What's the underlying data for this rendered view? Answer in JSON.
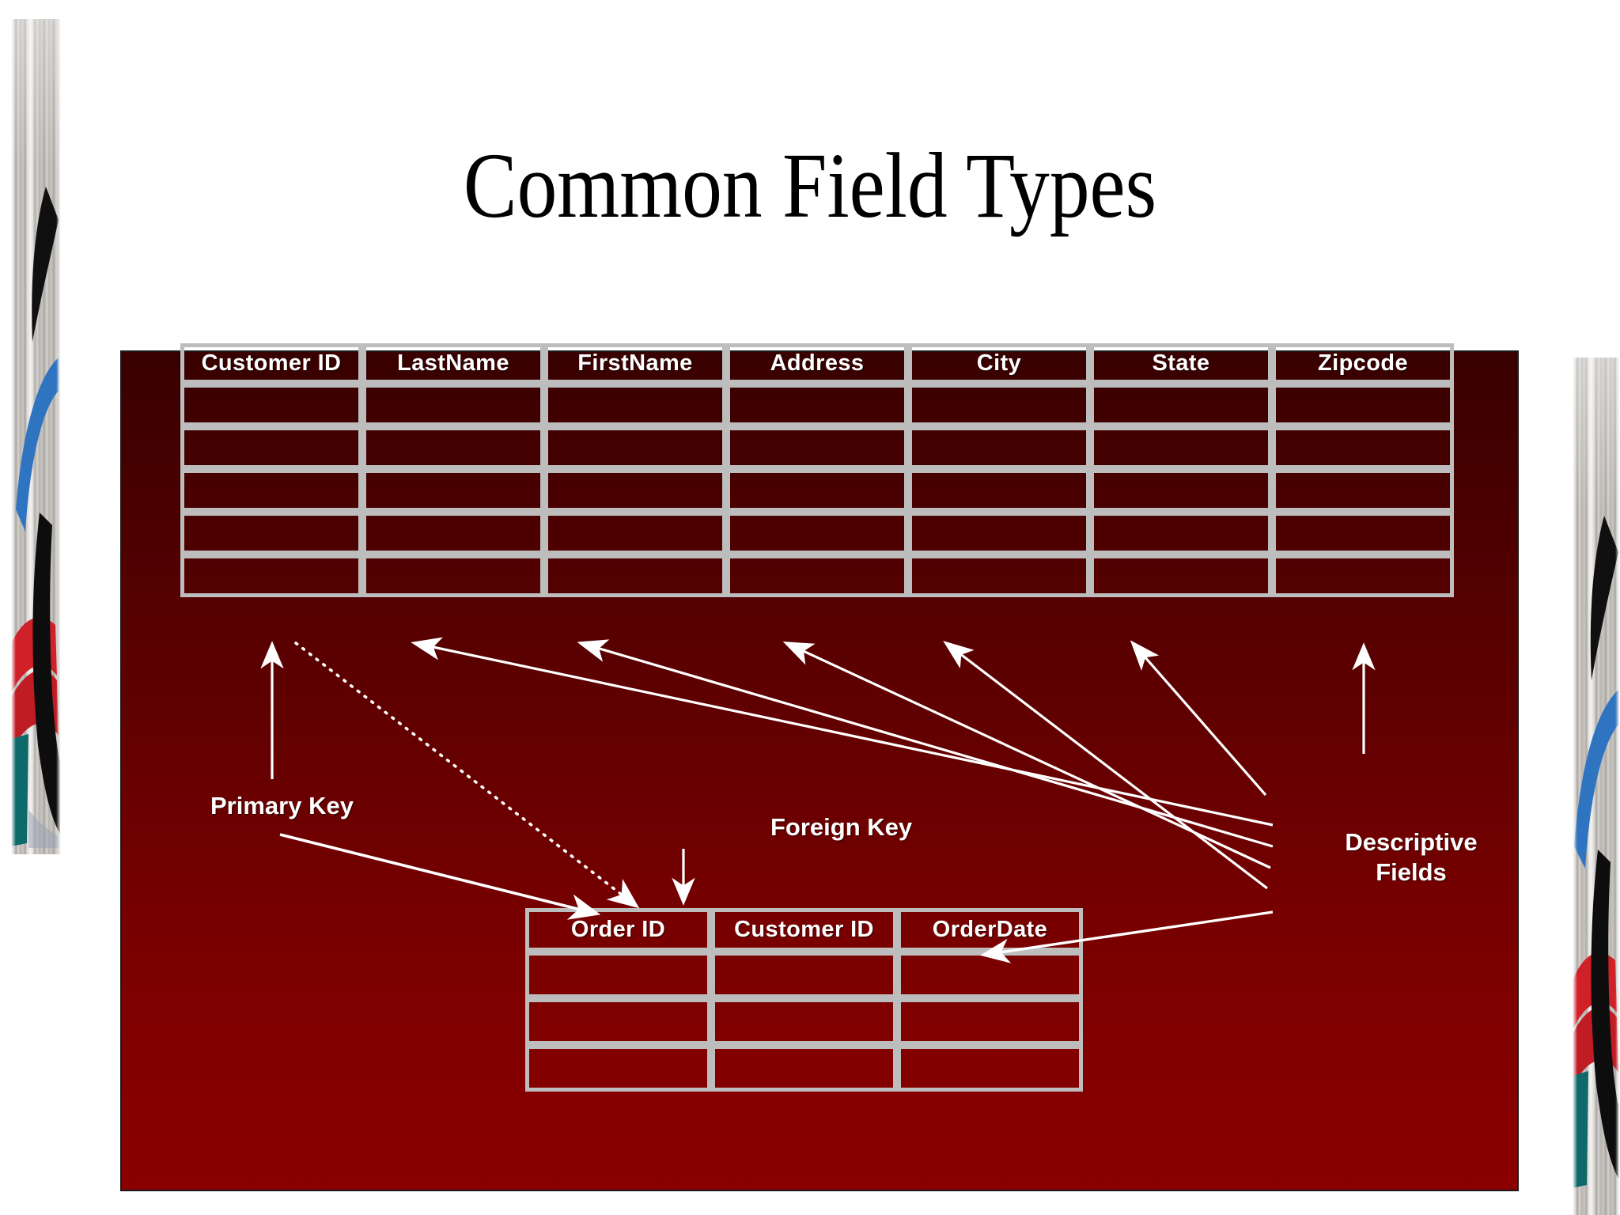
{
  "slide": {
    "title": "Common Field Types",
    "background_color": "#ffffff",
    "panel_gradient_top": "#380000",
    "panel_gradient_bottom": "#8b0000",
    "grid_color": "#bdbdbd",
    "text_color": "#ffffff"
  },
  "tables": {
    "customers": {
      "name": "Customers table",
      "columns": [
        "Customer ID",
        "LastName",
        "FirstName",
        "Address",
        "City",
        "State",
        "Zipcode"
      ],
      "empty_rows": 5
    },
    "orders": {
      "name": "Orders table",
      "columns": [
        "Order ID",
        "Customer ID",
        "OrderDate"
      ],
      "empty_rows": 3
    }
  },
  "annotations": {
    "primary_key": "Primary Key",
    "foreign_key": "Foreign Key",
    "descriptive_fields_line1": "Descriptive",
    "descriptive_fields_line2": "Fields"
  },
  "decor": {
    "left_strip": "abstract-art-strip",
    "right_strip": "abstract-art-strip"
  }
}
